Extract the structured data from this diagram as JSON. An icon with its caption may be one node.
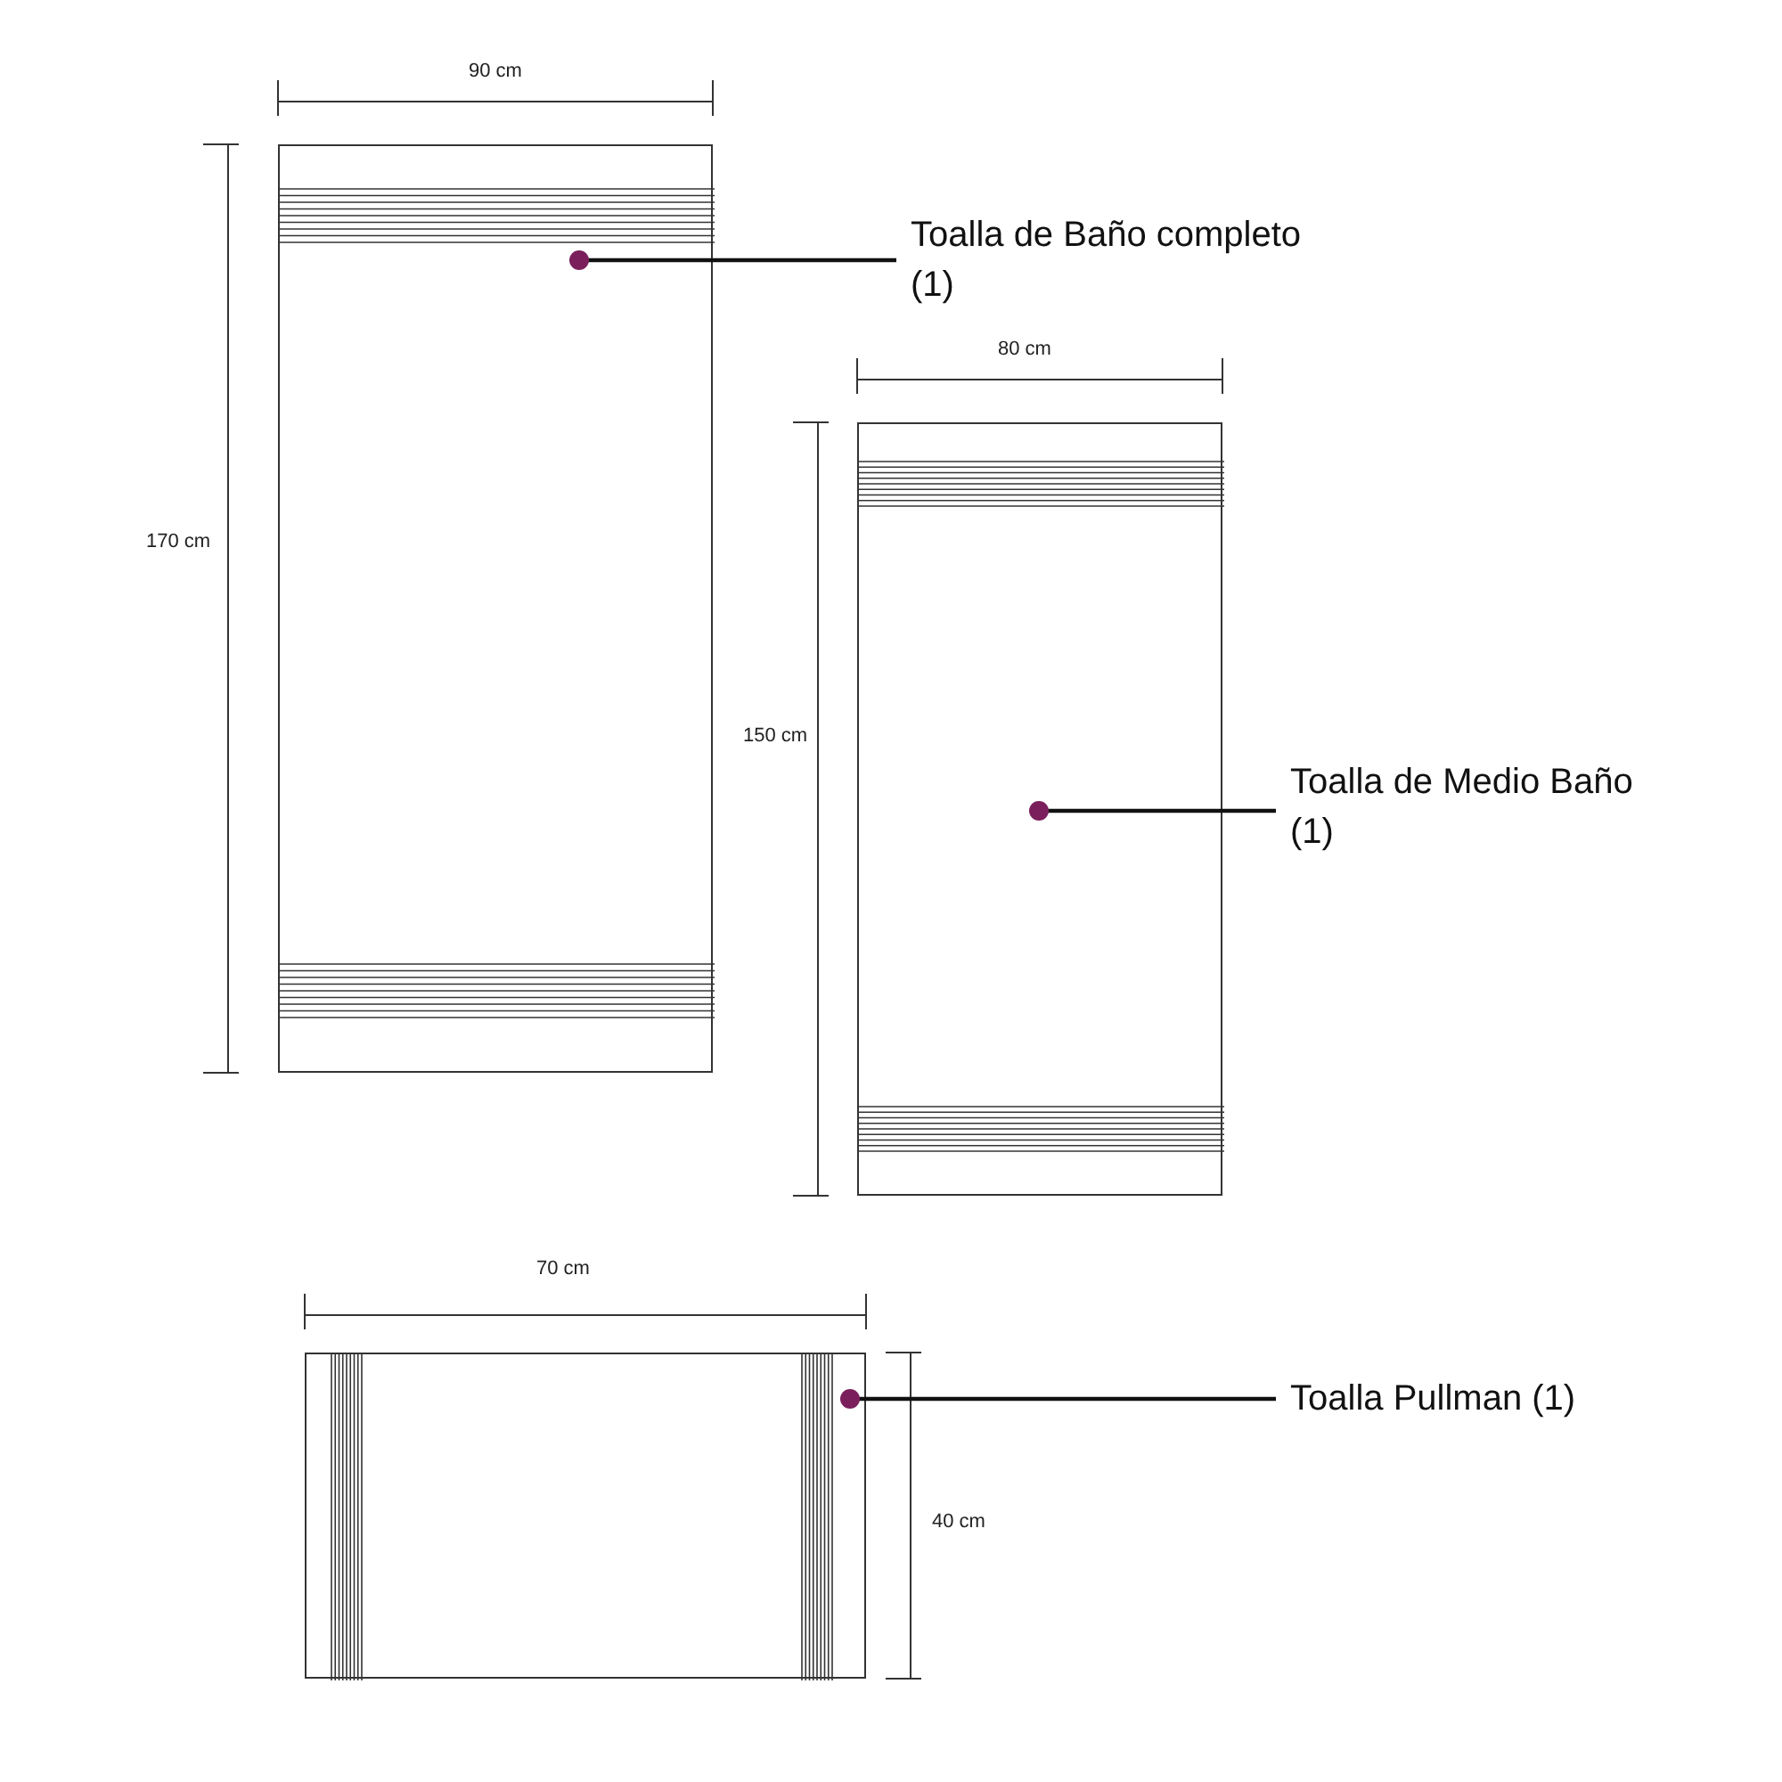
{
  "diagram": {
    "nodes": [
      {
        "text": [],
        "shape": "box"
      },
      {
        "text": [
          "Toalla de Baño completo (1)"
        ]
      },
      {
        "text": [],
        "shape": "box"
      },
      {
        "text": [
          "Toalla de Medio Baño (1)"
        ]
      },
      {
        "text": [],
        "shape": "box"
      },
      {
        "text": [
          "Toalla Pullman (1)"
        ]
      }
    ],
    "edges": [
      {
        "from": 1,
        "to": 0,
        "arrow": "other"
      },
      {
        "from": 3,
        "to": 2,
        "arrow": "other"
      },
      {
        "from": 5,
        "to": 4,
        "arrow": "other"
      }
    ],
    "labels": [
      "90 cm",
      "170 cm",
      "80 cm",
      "150 cm",
      "70 cm",
      "40 cm"
    ]
  }
}
